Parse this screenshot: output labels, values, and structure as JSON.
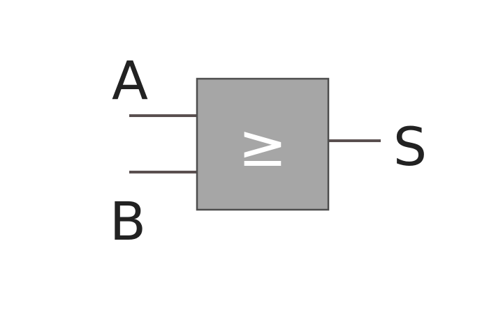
{
  "gate": {
    "symbol": "≥",
    "inputs": [
      "A",
      "B"
    ],
    "output": "S",
    "fill_color": "#a6a6a6",
    "wire_color": "#5a5050"
  }
}
